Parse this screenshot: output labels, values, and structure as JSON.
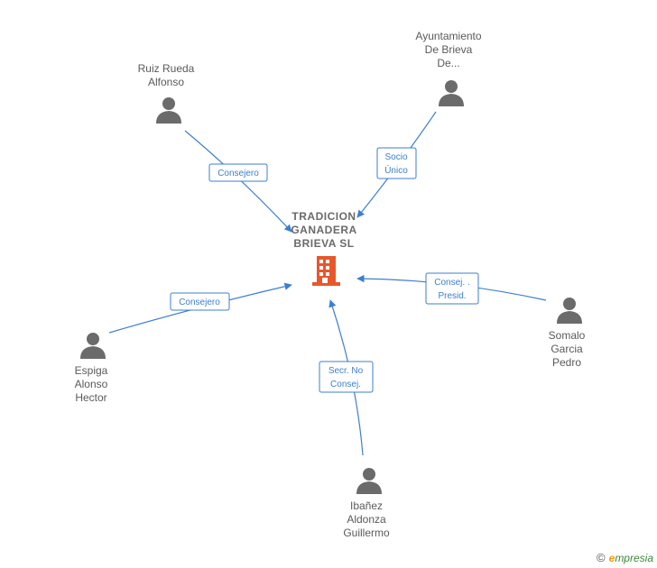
{
  "company": {
    "name_lines": [
      "TRADICION",
      "GANADERA",
      "BRIEVA  SL"
    ],
    "icon": "building-icon",
    "color": "#e8572b"
  },
  "people": [
    {
      "id": "ruiz",
      "lines": [
        "Ruiz Rueda",
        "Alfonso"
      ],
      "icon": "person-icon"
    },
    {
      "id": "ayuntamiento",
      "lines": [
        "Ayuntamiento",
        "De Brieva",
        "De..."
      ],
      "icon": "person-icon"
    },
    {
      "id": "espiga",
      "lines": [
        "Espiga",
        "Alonso",
        "Hector"
      ],
      "icon": "person-icon"
    },
    {
      "id": "somalo",
      "lines": [
        "Somalo",
        "Garcia",
        "Pedro"
      ],
      "icon": "person-icon"
    },
    {
      "id": "ibanez",
      "lines": [
        "Ibañez",
        "Aldonza",
        "Guillermo"
      ],
      "icon": "person-icon"
    }
  ],
  "edges": [
    {
      "from": "ruiz",
      "label_lines": [
        "Consejero"
      ]
    },
    {
      "from": "ayuntamiento",
      "label_lines": [
        "Socio",
        "Único"
      ]
    },
    {
      "from": "espiga",
      "label_lines": [
        "Consejero"
      ]
    },
    {
      "from": "somalo",
      "label_lines": [
        "Consej. .",
        "Presid."
      ]
    },
    {
      "from": "ibanez",
      "label_lines": [
        "Secr.  No",
        "Consej."
      ]
    }
  ],
  "colors": {
    "edge": "#3d7fcf",
    "person": "#6b6b6b",
    "label": "#5a5a5a"
  },
  "brand": {
    "copyright": "©",
    "initial": "e",
    "rest": "mpresia"
  }
}
